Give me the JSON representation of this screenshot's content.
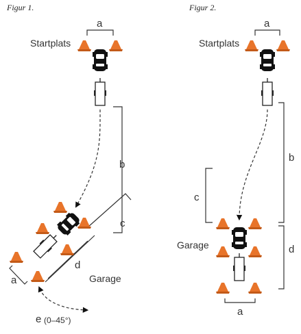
{
  "figure1": {
    "title": "Figur 1.",
    "start_label": "Startplats",
    "garage_label": "Garage",
    "dim_a_top": "a",
    "dim_a_left": "a",
    "dim_b": "b",
    "dim_c": "c",
    "dim_d": "d",
    "angle_label": "e",
    "angle_range": "(0–45°)"
  },
  "figure2": {
    "title": "Figur 2.",
    "start_label": "Startplats",
    "garage_label": "Garage",
    "dim_a_top": "a",
    "dim_a_bottom": "a",
    "dim_b": "b",
    "dim_c": "c",
    "dim_d": "d"
  },
  "colors": {
    "cone": "#e8742a",
    "cone_dark": "#c35a18",
    "line": "#333333",
    "car": "#111111"
  }
}
